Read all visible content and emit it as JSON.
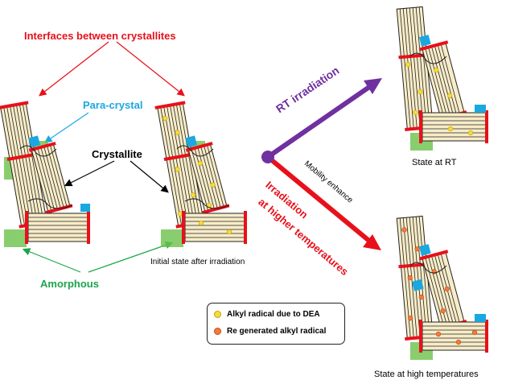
{
  "labels": {
    "interfaces": "Interfaces between crystallites",
    "para_crystal": "Para-crystal",
    "crystallite": "Crystallite",
    "amorphous": "Amorphous",
    "initial_state": "Initial state after irradiation",
    "rt_irradiation": "RT irradiation",
    "irradiation_high_1": "Irradiation",
    "irradiation_high_2": "at higher temperatures",
    "mobility": "Mobility enhance",
    "state_rt": "State at RT",
    "state_high": "State at high temperatures"
  },
  "legend": {
    "items": [
      {
        "label": "Alkyl radical due to DEA",
        "color": "#f5dc3a"
      },
      {
        "label": "Re generated alkyl radical",
        "color": "#f47a3c"
      }
    ]
  },
  "colors": {
    "interface": "#e8101a",
    "para_crystal": "#1ba7e0",
    "amorphous": "#6cc24a",
    "rt_arrow": "#7030a0",
    "high_arrow": "#e8101a",
    "crystallite_fill": "#f7ecc8"
  }
}
